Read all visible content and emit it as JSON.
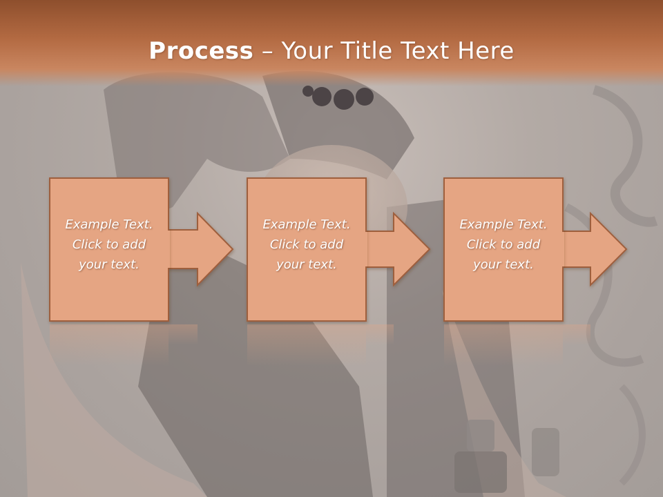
{
  "slide": {
    "title_bold": "Process",
    "title_dash": " – ",
    "title_rest": "Your Title Text Here"
  },
  "steps": [
    {
      "line1": "Example Text.",
      "line2": "Click  to add",
      "line3": "your text."
    },
    {
      "line1": "Example Text.",
      "line2": "Click  to add",
      "line3": "your text."
    },
    {
      "line1": "Example Text.",
      "line2": "Click  to add",
      "line3": "your text."
    }
  ],
  "colors": {
    "header": "#b36a42",
    "box_fill": "#e5a583",
    "box_border": "#9e5e3e",
    "text": "#ffffff"
  }
}
